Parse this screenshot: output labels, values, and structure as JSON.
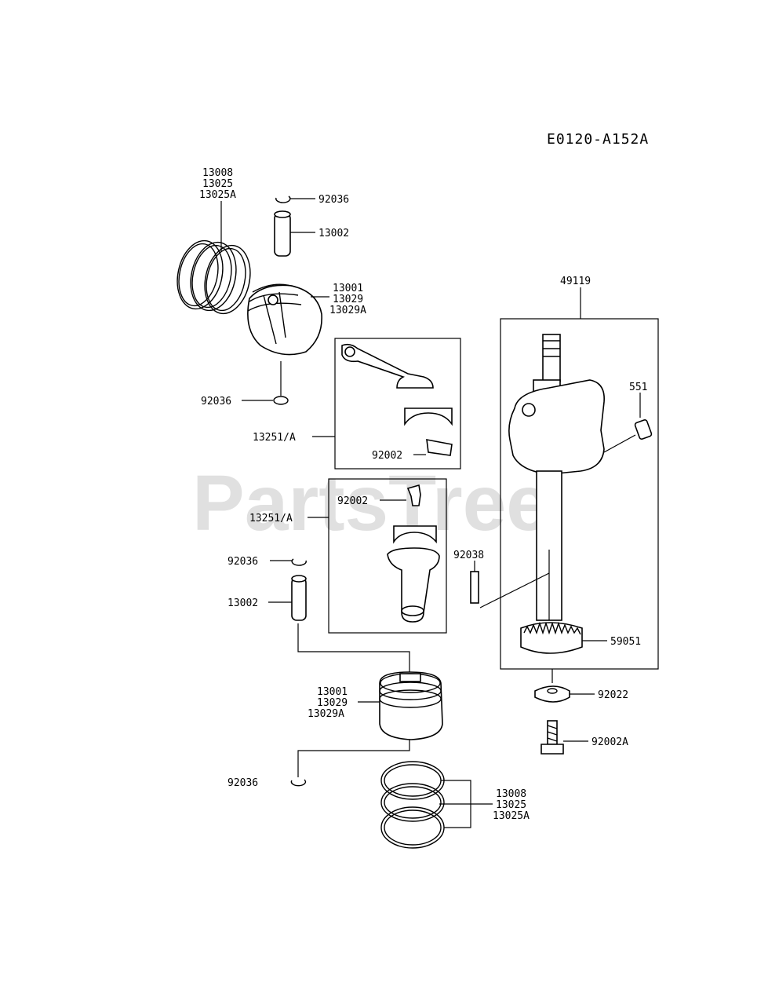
{
  "diagram_code": "E0120-A152A",
  "watermark": "PartsTree",
  "labels": {
    "rings_top": [
      "13008",
      "13025",
      "13025A"
    ],
    "clip_top_1": "92036",
    "pin_top": "13002",
    "piston_top": [
      "13001",
      "13029",
      "13029A"
    ],
    "clip_top_2": "92036",
    "rod_top": "13251/A",
    "bolt_top": "92002",
    "bolt_mid": "92002",
    "rod_mid": "13251/A",
    "clip_mid": "92036",
    "pin_mid": "13002",
    "piston_bot": [
      "13001",
      "13029",
      "13029A"
    ],
    "clip_bot": "92036",
    "rings_bot": [
      "13008",
      "13025",
      "13025A"
    ],
    "crankshaft": "49119",
    "part_551": "551",
    "key": "92038",
    "gear": "59051",
    "washer": "92022",
    "bolt_crank": "92002A"
  }
}
